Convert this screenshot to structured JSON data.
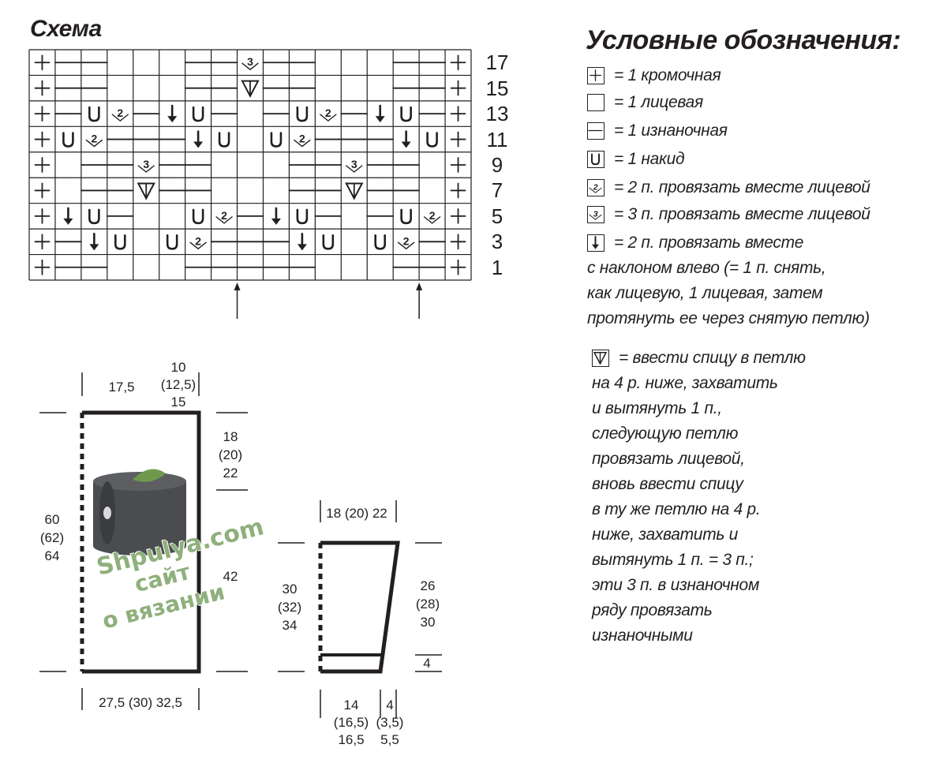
{
  "schema": {
    "title": "Схема",
    "row_numbers": [
      "17",
      "15",
      "13",
      "11",
      "9",
      "7",
      "5",
      "3",
      "1"
    ],
    "columns": 17,
    "grid": [
      [
        "edge",
        "purl",
        "purl",
        "knit",
        "knit",
        "knit",
        "purl",
        "purl",
        "k3tog",
        "purl",
        "purl",
        "knit",
        "knit",
        "knit",
        "purl",
        "purl",
        "edge"
      ],
      [
        "edge",
        "purl",
        "purl",
        "knit",
        "knit",
        "knit",
        "purl",
        "purl",
        "pull4",
        "purl",
        "purl",
        "knit",
        "knit",
        "knit",
        "purl",
        "purl",
        "edge"
      ],
      [
        "edge",
        "purl",
        "yo",
        "k2tog",
        "purl",
        "ssk",
        "yo",
        "purl",
        "knit",
        "purl",
        "yo",
        "k2tog",
        "purl",
        "ssk",
        "yo",
        "purl",
        "edge"
      ],
      [
        "edge",
        "yo",
        "k2tog",
        "purl",
        "purl",
        "purl",
        "ssk",
        "yo",
        "knit",
        "yo",
        "k2tog",
        "purl",
        "purl",
        "purl",
        "ssk",
        "yo",
        "edge"
      ],
      [
        "edge",
        "knit",
        "purl",
        "purl",
        "k3tog",
        "purl",
        "purl",
        "knit",
        "knit",
        "knit",
        "purl",
        "purl",
        "k3tog",
        "purl",
        "purl",
        "knit",
        "edge"
      ],
      [
        "edge",
        "knit",
        "purl",
        "purl",
        "pull4",
        "purl",
        "purl",
        "knit",
        "knit",
        "knit",
        "purl",
        "purl",
        "pull4",
        "purl",
        "purl",
        "knit",
        "edge"
      ],
      [
        "edge",
        "ssk",
        "yo",
        "purl",
        "knit",
        "knit",
        "yo",
        "k2tog",
        "purl",
        "ssk",
        "yo",
        "purl",
        "knit",
        "purl",
        "yo",
        "k2tog",
        "edge"
      ],
      [
        "edge",
        "purl",
        "ssk",
        "yo",
        "knit",
        "yo",
        "k2tog",
        "purl",
        "purl",
        "purl",
        "ssk",
        "yo",
        "knit",
        "yo",
        "k2tog",
        "purl",
        "edge"
      ],
      [
        "edge",
        "purl",
        "purl",
        "knit",
        "knit",
        "knit",
        "purl",
        "purl",
        "purl",
        "purl",
        "purl",
        "knit",
        "knit",
        "knit",
        "purl",
        "purl",
        "edge"
      ]
    ],
    "repeat_arrow_columns": [
      8,
      15
    ]
  },
  "legend": {
    "title": "Условные обозначения:",
    "items": [
      {
        "symbol": "edge",
        "lines": [
          "= 1 кромочная"
        ]
      },
      {
        "symbol": "knit",
        "lines": [
          "= 1 лицевая"
        ]
      },
      {
        "symbol": "purl",
        "lines": [
          "= 1 изнаночная"
        ]
      },
      {
        "symbol": "yo",
        "lines": [
          "= 1 накид"
        ]
      },
      {
        "symbol": "k2tog",
        "lines": [
          "= 2 п. провязать вместе лицевой"
        ]
      },
      {
        "symbol": "k3tog",
        "lines": [
          "= 3 п. провязать вместе лицевой"
        ]
      },
      {
        "symbol": "ssk",
        "lines": [
          "= 2 п. провязать вместе",
          "с наклоном влево (= 1 п. снять,",
          "как лицевую, 1 лицевая, затем",
          "протянуть ее через снятую петлю)"
        ]
      },
      {
        "symbol": "pull4",
        "lines": [
          "= ввести спицу в петлю",
          "на 4 р. ниже, захватить",
          "и вытянуть 1 п.,",
          "следующую петлю",
          "провязать лицевой,",
          "вновь ввести спицу",
          "в ту же петлю на 4 р.",
          "ниже, захватить и",
          "вытянуть 1 п. = 3 п.;",
          "эти 3 п. в изнаночном",
          "ряду провязать",
          "изнаночными"
        ]
      }
    ]
  },
  "symbols": {
    "edge": "+",
    "purl": "—",
    "yo": "U",
    "k2tog": "2",
    "k3tog": "3",
    "ssk": "↓",
    "pull4": "∇"
  },
  "body_piece": {
    "top_left": "17,5",
    "top_right": [
      "10",
      "(12,5)",
      "15"
    ],
    "right_upper": [
      "18",
      "(20)",
      "22"
    ],
    "right_lower": "42",
    "left": [
      "60",
      "(62)",
      "64"
    ],
    "bottom": "27,5 (30) 32,5"
  },
  "sleeve_piece": {
    "top": "18 (20) 22",
    "left": [
      "30",
      "(32)",
      "34"
    ],
    "right": [
      "26",
      "(28)",
      "30"
    ],
    "cuff": "4",
    "bottom_left": [
      "14",
      "(16,5)",
      "16,5"
    ],
    "bottom_right": [
      "4",
      "(3,5)",
      "5,5"
    ]
  },
  "watermark": {
    "line1": "Shpulya.com",
    "line2": "сайт",
    "line3": "о вязании"
  },
  "colors": {
    "ink": "#231f20",
    "watermark": "#8fb07c",
    "spool": "#4a4c4f",
    "leaf": "#6f9a4e"
  }
}
